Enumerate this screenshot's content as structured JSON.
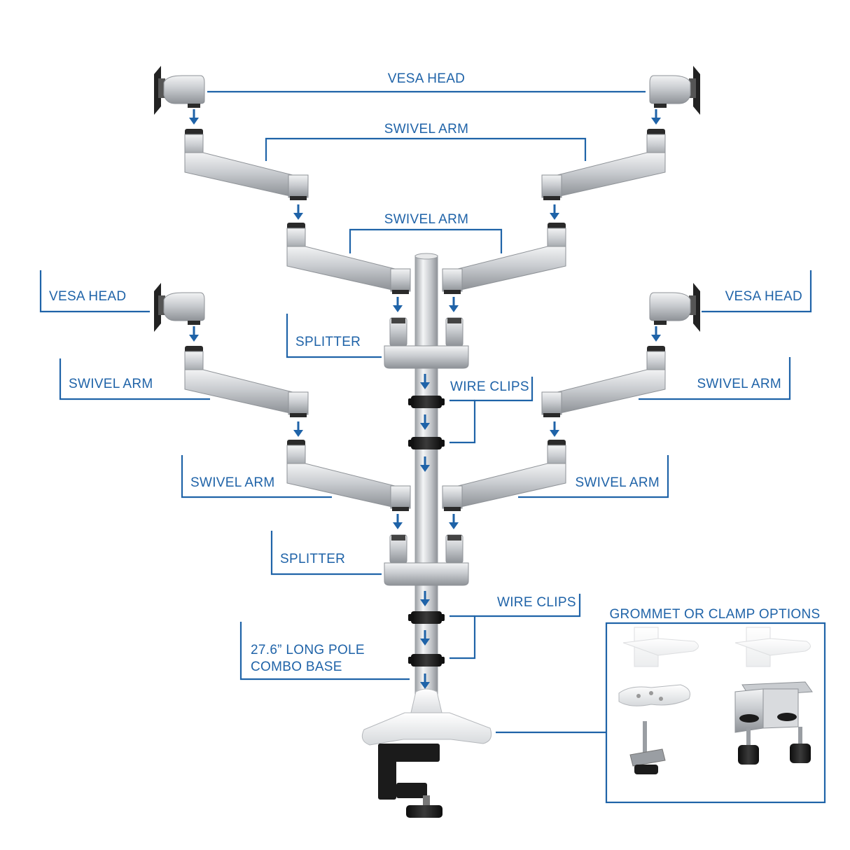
{
  "labels": {
    "vesa_head_top": "VESA HEAD",
    "swivel_arm_top": "SWIVEL ARM",
    "swivel_arm_mid": "SWIVEL ARM",
    "vesa_head_left": "VESA HEAD",
    "vesa_head_right": "VESA HEAD",
    "splitter_upper": "SPLITTER",
    "swivel_arm_left_upper": "SWIVEL ARM",
    "swivel_arm_right_upper": "SWIVEL ARM",
    "wire_clips_upper": "WIRE CLIPS",
    "swivel_arm_left_lower": "SWIVEL ARM",
    "swivel_arm_right_lower": "SWIVEL ARM",
    "splitter_lower": "SPLITTER",
    "wire_clips_lower": "WIRE CLIPS",
    "pole_line1": "27.6” LONG POLE",
    "pole_line2": "COMBO BASE",
    "grommet_title": "GROMMET OR CLAMP OPTIONS"
  },
  "colors": {
    "accent": "#1f63a8",
    "metal": "#c9ccd0",
    "metal_dark": "#8e9297",
    "black_part": "#1b1b1b"
  }
}
